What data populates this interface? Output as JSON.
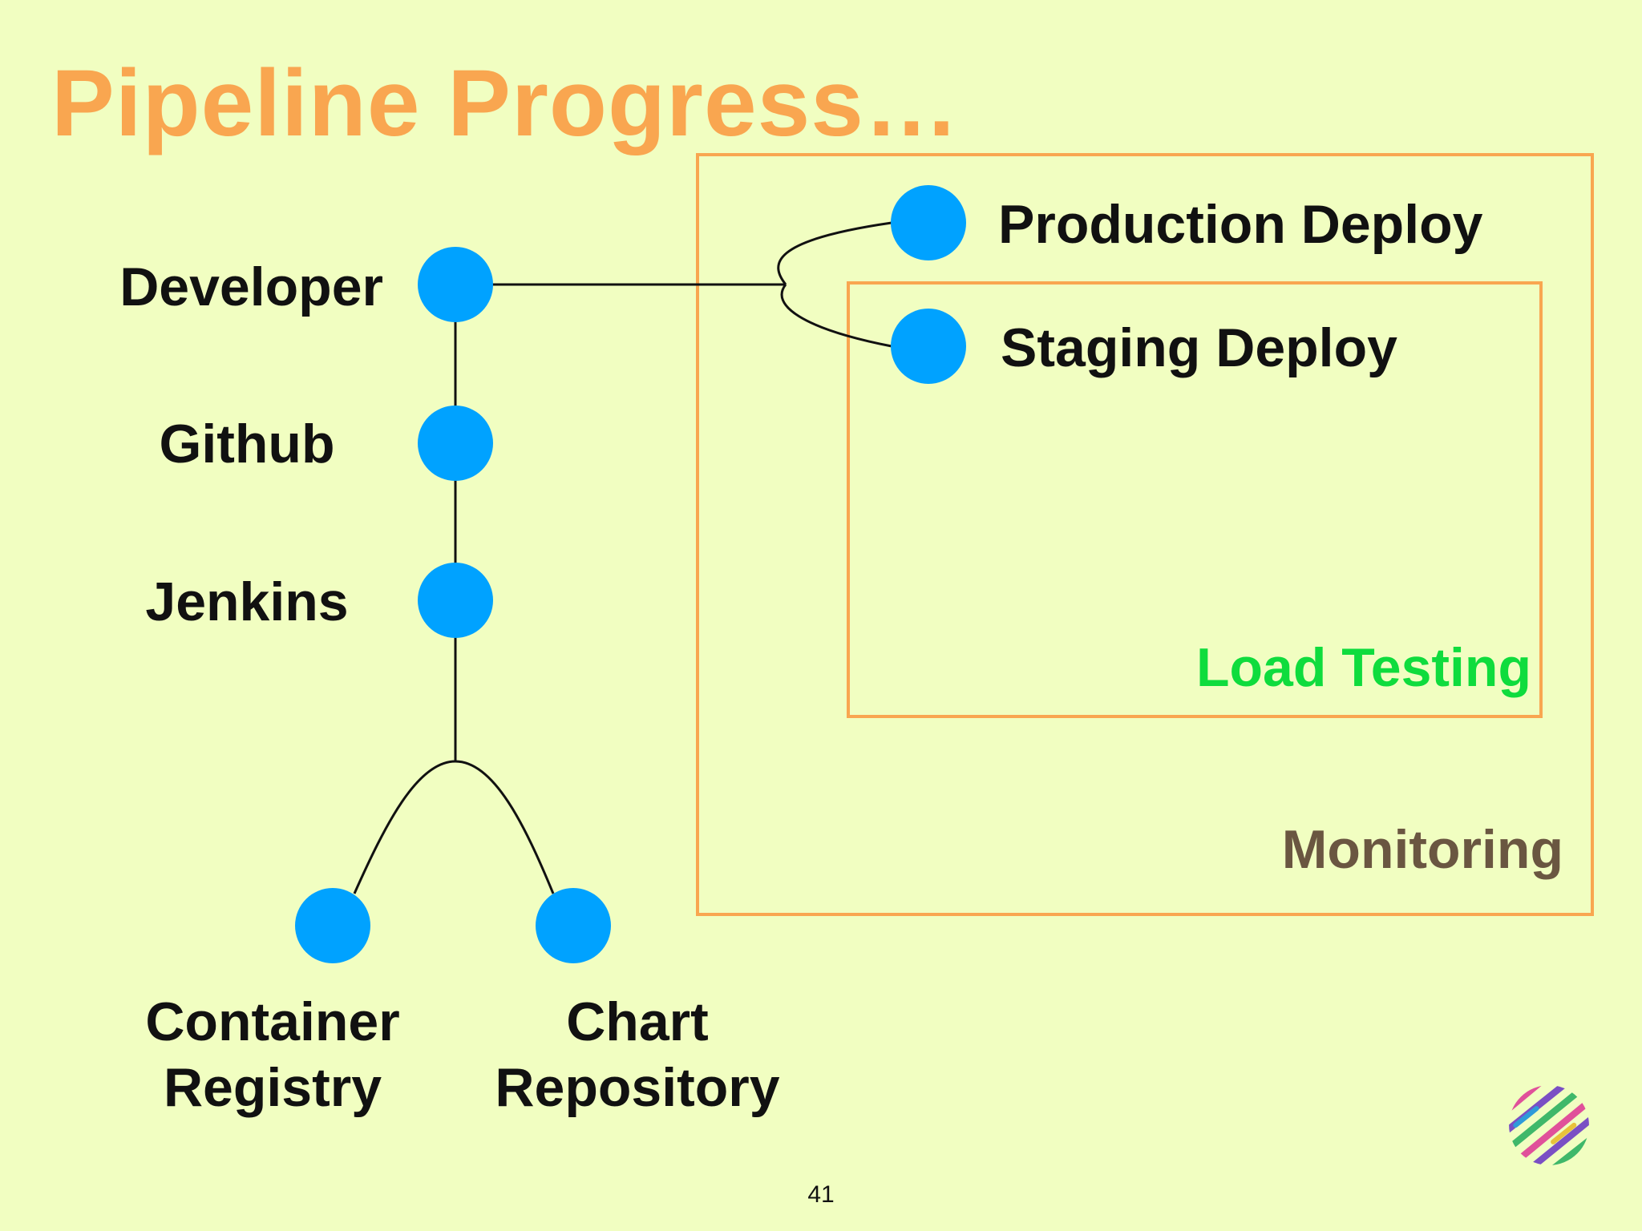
{
  "slide": {
    "title": "Pipeline Progress…",
    "page_number": "41"
  },
  "nodes": {
    "developer": "Developer",
    "github": "Github",
    "jenkins": "Jenkins",
    "container_registry_line1": "Container",
    "container_registry_line2": "Registry",
    "chart_repository_line1": "Chart",
    "chart_repository_line2": "Repository",
    "production_deploy": "Production Deploy",
    "staging_deploy": "Staging Deploy"
  },
  "regions": {
    "load_testing": "Load Testing",
    "monitoring": "Monitoring"
  },
  "colors": {
    "background": "#F1FEC1",
    "title": "#F9A650",
    "node": "#00A2FF",
    "box_border": "#F9A650",
    "load_testing": "#0FDC3D",
    "monitoring": "#6A5641"
  },
  "icons": {
    "logo": "striped-circle-logo"
  }
}
